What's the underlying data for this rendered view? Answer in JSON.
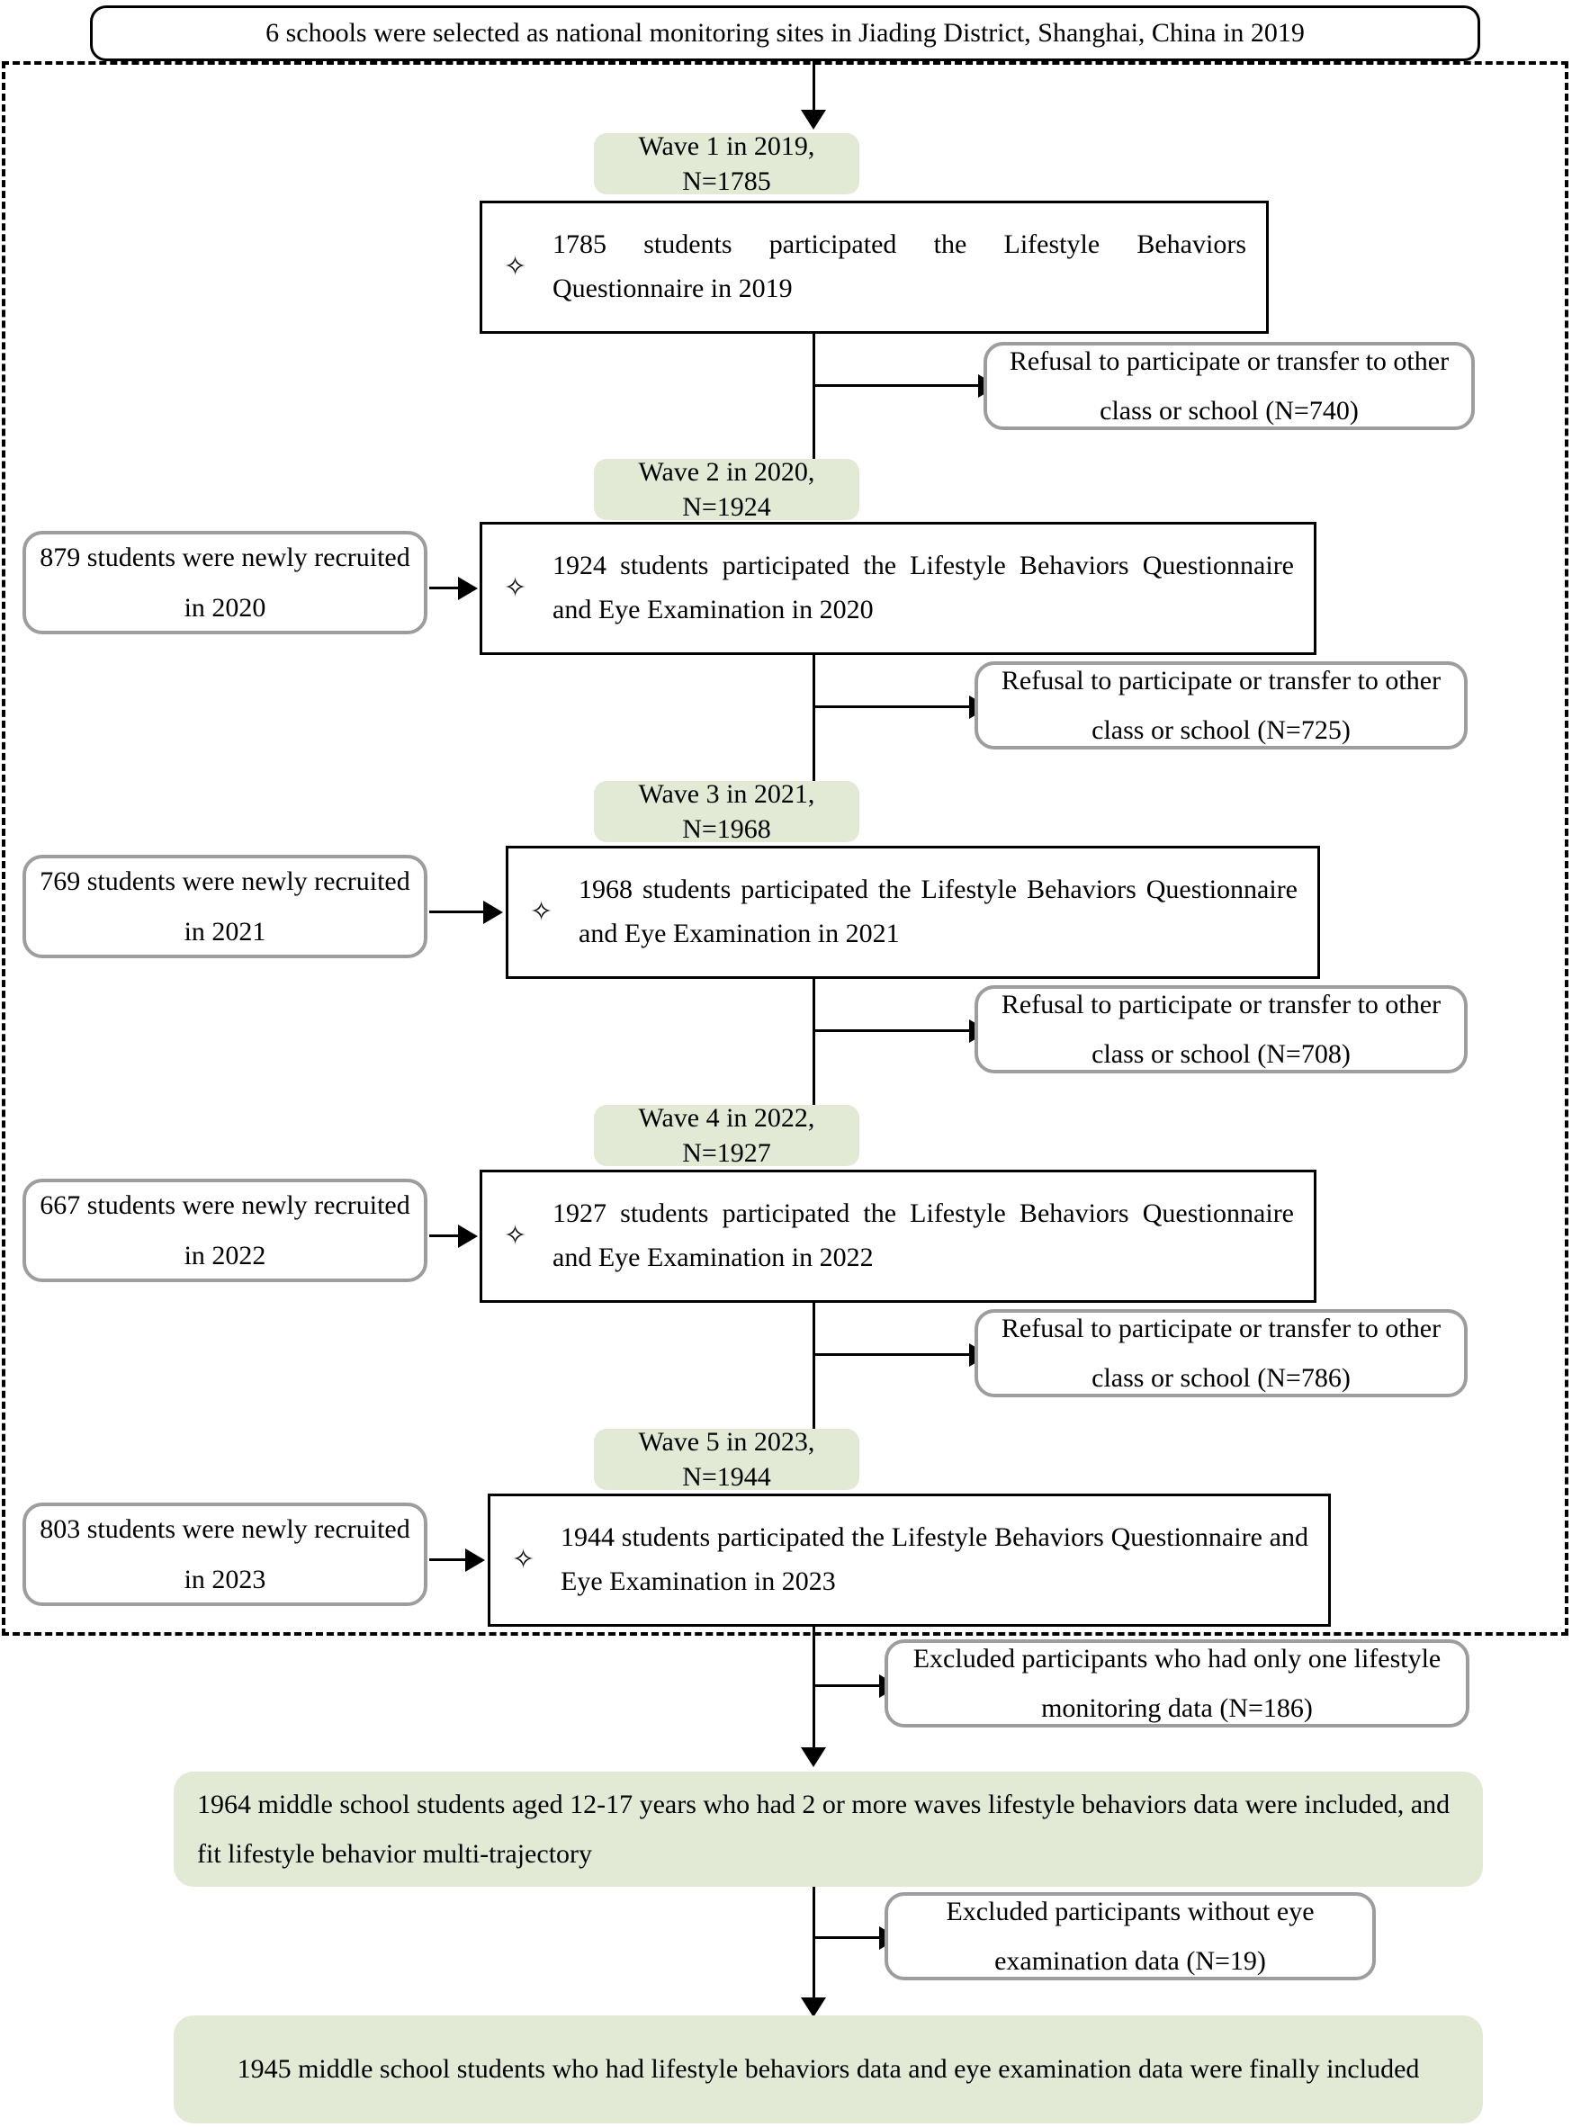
{
  "header": {
    "text": "6 schools were selected as national monitoring sites in Jiading District, Shanghai, China in 2019"
  },
  "colors": {
    "green_fill": "#e2ead5",
    "gray_border": "#9d9d9d",
    "black": "#000000"
  },
  "bullet_glyph": "✧",
  "waves": [
    {
      "label": "Wave 1 in 2019, N=1785",
      "main_text": "1785 students participated the Lifestyle Behaviors Questionnaire in 2019",
      "exclusion": "Refusal to participate or transfer to other class or school (N=740)",
      "recruit": null
    },
    {
      "label": "Wave 2 in 2020, N=1924",
      "main_text": "1924 students participated the Lifestyle Behaviors Questionnaire and Eye Examination in 2020",
      "exclusion": "Refusal to participate or transfer to other class or school (N=725)",
      "recruit": "879 students were newly recruited in 2020"
    },
    {
      "label": "Wave 3 in 2021, N=1968",
      "main_text": "1968 students participated the Lifestyle Behaviors Questionnaire and Eye Examination in 2021",
      "exclusion": "Refusal to participate or transfer to other class or school (N=708)",
      "recruit": "769 students were newly recruited in 2021"
    },
    {
      "label": "Wave 4 in 2022, N=1927",
      "main_text": "1927 students participated the Lifestyle Behaviors Questionnaire and Eye Examination in 2022",
      "exclusion": "Refusal to participate or transfer to other class or school (N=786)",
      "recruit": "667 students were newly recruited in 2022"
    },
    {
      "label": "Wave 5 in 2023, N=1944",
      "main_text": "1944 students participated the Lifestyle Behaviors Questionnaire and Eye Examination in 2023",
      "exclusion": null,
      "recruit": "803 students were newly recruited in 2023"
    }
  ],
  "outcome": {
    "exclusion_1": "Excluded participants who had only one lifestyle monitoring data (N=186)",
    "included_1": "1964 middle school students aged 12-17 years who had 2 or more waves lifestyle behaviors data were included, and fit lifestyle behavior multi-trajectory",
    "exclusion_2": "Excluded participants without eye examination data (N=19)",
    "included_2": "1945 middle school students who had lifestyle behaviors data and eye examination data were finally included"
  }
}
